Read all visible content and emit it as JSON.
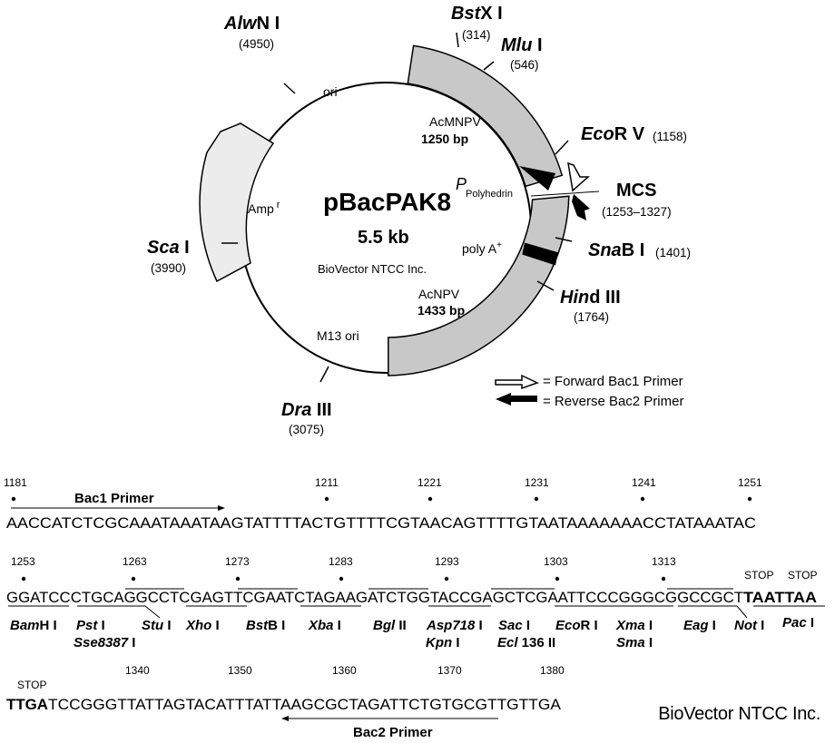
{
  "plasmid": {
    "name": "pBacPAK8",
    "size": "5.5 kb",
    "owner": "BioVector NTCC Inc.",
    "features": {
      "ori": "ori",
      "acmnpv_label": "AcMNPV",
      "acmnpv_size": "1250 bp",
      "p_letter": "P",
      "p_sub": "Polyhedrin",
      "polya": "poly A",
      "polya_sup": "+",
      "acnpv_label": "AcNPV",
      "acnpv_size": "1433 bp",
      "amp": "Amp",
      "amp_sup": "r",
      "m13": "M13 ori"
    },
    "sites": {
      "bstx": {
        "italic": "Bst",
        "rest": "X I",
        "pos": "(314)"
      },
      "mlu": {
        "italic": "Mlu",
        "rest": " I",
        "pos": "(546)"
      },
      "ecorv": {
        "italic": "Eco",
        "rest": "R V",
        "pos": "(1158)"
      },
      "mcs": {
        "label": "MCS",
        "pos": "(1253–1327)"
      },
      "snab": {
        "italic": "Sna",
        "rest": "B I",
        "pos": "(1401)"
      },
      "hind": {
        "italic": "Hin",
        "rest": "d III",
        "pos": "(1764)"
      },
      "dra": {
        "italic": "Dra",
        "rest": " III",
        "pos": "(3075)"
      },
      "sca": {
        "italic": "Sca",
        "rest": " I",
        "pos": "(3990)"
      },
      "alwn": {
        "italic": "Alw",
        "rest": "N I",
        "pos": "(4950)"
      }
    },
    "legend": {
      "forward": "= Forward Bac1 Primer",
      "reverse": "= Reverse Bac2 Primer"
    }
  },
  "sequence": {
    "line1": {
      "text": "AACCATCTCGCAAATAAATAAGTATTTTACTGTTTTCGTAACAGTTTTGTAATAAAAAAACCTATAAATAC",
      "numbers": [
        "1181",
        "1211",
        "1221",
        "1231",
        "1241",
        "1251"
      ],
      "primer": "Bac1 Primer"
    },
    "line2": {
      "text_a": "GGATCCCTGCAGGCCTCGAGTTCGAATCTAGAAGATCTGGTACCGAGCTCGAATTCCCGGGCGGCCGCT",
      "text_b": "TAATTAA",
      "numbers": [
        "1253",
        "1263",
        "1273",
        "1283",
        "1293",
        "1303",
        "1313"
      ],
      "stop1": "STOP",
      "stop2": "STOP",
      "enzymes": {
        "bamh": {
          "italic": "Bam",
          "rest": "H I"
        },
        "pst": {
          "italic": "Pst",
          "rest": " I"
        },
        "sse": {
          "italic": "Sse8387",
          "rest": " I"
        },
        "stu": {
          "italic": "Stu",
          "rest": " I"
        },
        "xho": {
          "italic": "Xho",
          "rest": " I"
        },
        "bstb": {
          "italic": "Bst",
          "rest": "B I"
        },
        "xba": {
          "italic": "Xba",
          "rest": " I"
        },
        "bgl": {
          "italic": "Bgl",
          "rest": " II"
        },
        "asp": {
          "italic": "Asp718",
          "rest": " I"
        },
        "kpn": {
          "italic": "Kpn",
          "rest": " I"
        },
        "sac": {
          "italic": "Sac",
          "rest": " I"
        },
        "ecl": {
          "italic": "Ecl",
          "rest": " 136 II"
        },
        "ecori": {
          "italic": "Eco",
          "rest": "R I"
        },
        "xma": {
          "italic": "Xma",
          "rest": " I"
        },
        "sma": {
          "italic": "Sma",
          "rest": " I"
        },
        "eag": {
          "italic": "Eag",
          "rest": " I"
        },
        "not": {
          "italic": "Not",
          "rest": " I"
        },
        "pac": {
          "italic": "Pac",
          "rest": " I"
        }
      }
    },
    "line3": {
      "text_a": "TTGA",
      "text_b": "TCCGGGTTATTAGTACATTTATTAAGCGCTAGATTCTGTGCGTTGTTGA",
      "numbers": [
        "1340",
        "1350",
        "1360",
        "1370",
        "1380"
      ],
      "stop": "STOP",
      "primer": "Bac2 Primer"
    }
  },
  "footer": {
    "brand": "BioVector NTCC Inc."
  }
}
